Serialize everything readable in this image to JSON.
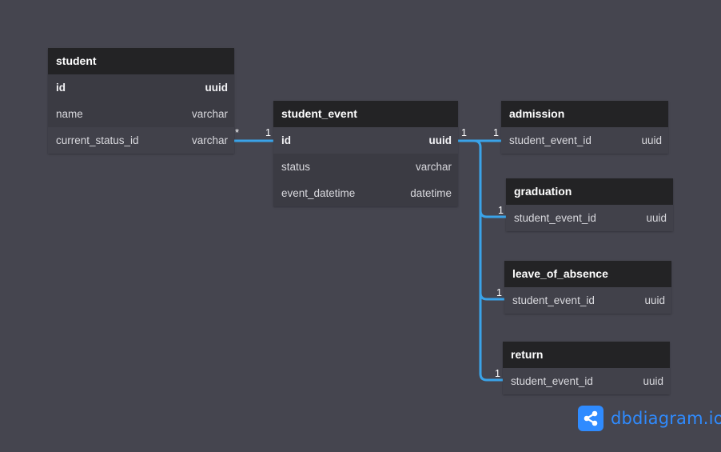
{
  "tables": {
    "student": {
      "name": "student",
      "fields": [
        {
          "name": "id",
          "type": "uuid"
        },
        {
          "name": "name",
          "type": "varchar"
        },
        {
          "name": "current_status_id",
          "type": "varchar"
        }
      ]
    },
    "student_event": {
      "name": "student_event",
      "fields": [
        {
          "name": "id",
          "type": "uuid"
        },
        {
          "name": "status",
          "type": "varchar"
        },
        {
          "name": "event_datetime",
          "type": "datetime"
        }
      ]
    },
    "admission": {
      "name": "admission",
      "fields": [
        {
          "name": "student_event_id",
          "type": "uuid"
        }
      ]
    },
    "graduation": {
      "name": "graduation",
      "fields": [
        {
          "name": "student_event_id",
          "type": "uuid"
        }
      ]
    },
    "leave_of_absence": {
      "name": "leave_of_absence",
      "fields": [
        {
          "name": "student_event_id",
          "type": "uuid"
        }
      ]
    },
    "return": {
      "name": "return",
      "fields": [
        {
          "name": "student_event_id",
          "type": "uuid"
        }
      ]
    }
  },
  "relations": {
    "student_to_event": {
      "from_card": "*",
      "to_card": "1"
    },
    "event_to_admission": {
      "from_card": "1",
      "to_card": "1"
    },
    "event_to_graduation": {
      "to_card": "1"
    },
    "event_to_leave": {
      "to_card": "1"
    },
    "event_to_return": {
      "to_card": "1"
    }
  },
  "colors": {
    "link": "#3aa3e8",
    "brand": "#2f8bff"
  },
  "brand": {
    "logo_text": "dbdiagram.io",
    "icon": "share-icon"
  }
}
